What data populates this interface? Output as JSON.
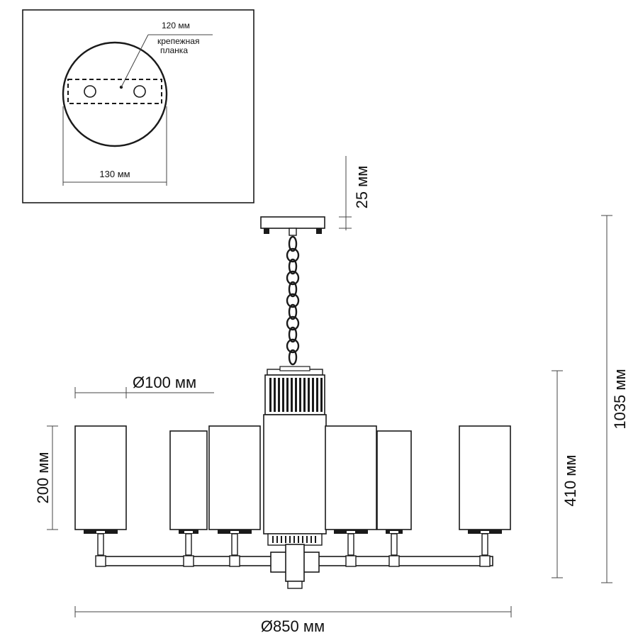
{
  "inset": {
    "mount_spacing_label": "120 мм",
    "bracket_label_line1": "крепежная",
    "bracket_label_line2": "планка",
    "canopy_diameter_label": "130 мм"
  },
  "dimensions": {
    "canopy_height": "25 мм",
    "shade_diameter": "Ø100 мм",
    "shade_height": "200 мм",
    "body_height": "410 мм",
    "total_height": "1035 мм",
    "overall_diameter": "Ø850 мм"
  }
}
